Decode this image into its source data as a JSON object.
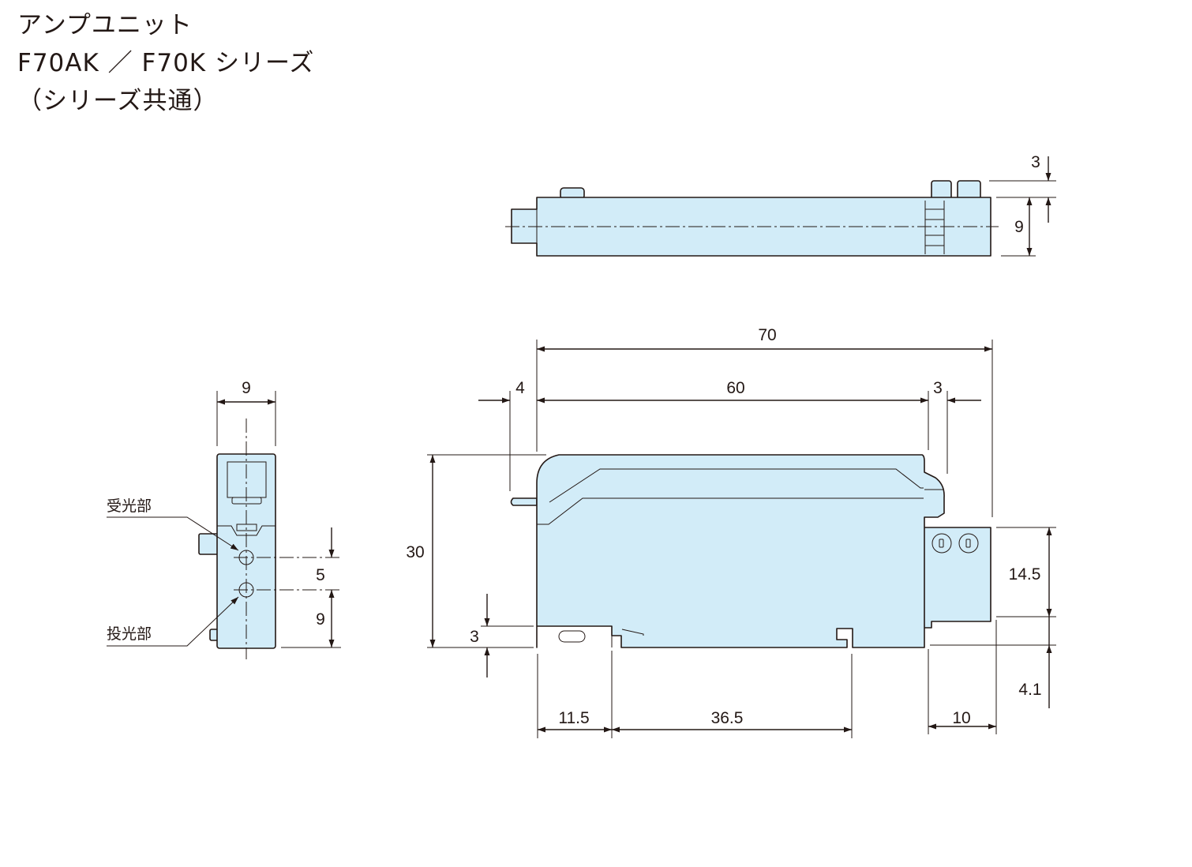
{
  "title": {
    "line1": "アンプユニット",
    "line2": "F70AK ／ F70K シリーズ",
    "line3": "（シリーズ共通）"
  },
  "top_view": {
    "dim_top": "3",
    "dim_width": "9"
  },
  "side_view": {
    "dim_width": "9",
    "label_receiver": "受光部",
    "label_emitter": "投光部",
    "dim_spacing": "5",
    "dim_bottom": "9"
  },
  "front_view": {
    "dim_total_length": "70",
    "dim_left": "4",
    "dim_body": "60",
    "dim_right": "3",
    "dim_height": "30",
    "dim_base": "3",
    "dim_connector": "14.5",
    "dim_offset": "4.1",
    "dim_rail_left": "11.5",
    "dim_rail_span": "36.5",
    "dim_tail": "10"
  },
  "colors": {
    "body_fill": "#d2ecf8",
    "line": "#231815"
  }
}
